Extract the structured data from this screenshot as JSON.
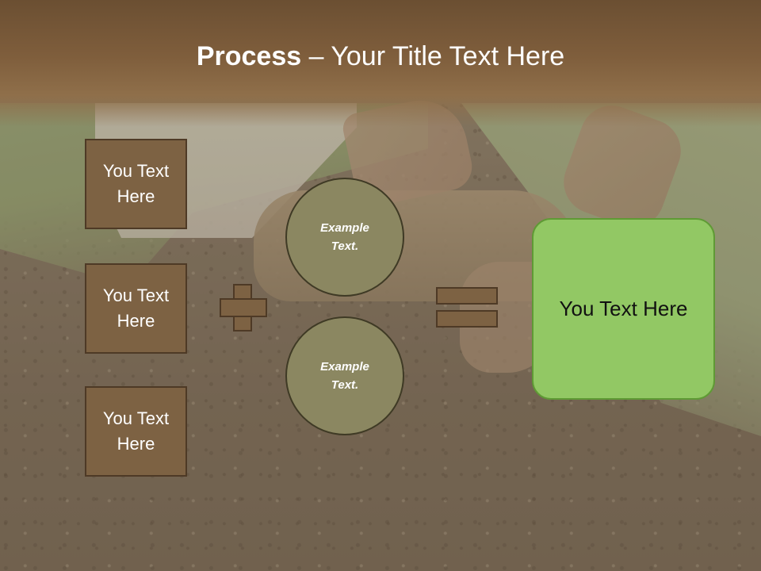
{
  "slide": {
    "title_bold": "Process",
    "title_rest": " – Your Title Text Here"
  },
  "inputs": [
    {
      "label": "You Text Here"
    },
    {
      "label": "You Text Here"
    },
    {
      "label": "You Text Here"
    }
  ],
  "examples": [
    {
      "label": "Example Text."
    },
    {
      "label": "Example Text."
    }
  ],
  "result": {
    "label": "You Text Here"
  },
  "colors": {
    "box_brown": "#7d6243",
    "circle_olive": "#8b8761",
    "result_green": "#92c864",
    "title_band": "#7f5e3c"
  },
  "icons": {
    "plus": "plus-icon",
    "equals": "equals-icon"
  }
}
